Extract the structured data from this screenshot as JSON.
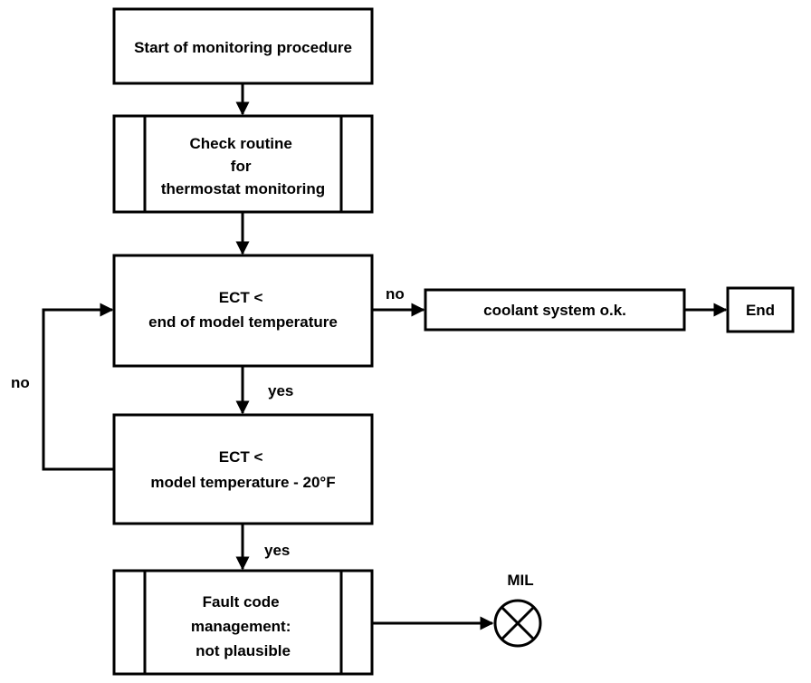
{
  "nodes": {
    "start": {
      "lines": [
        "Start of monitoring procedure"
      ]
    },
    "check_routine": {
      "lines": [
        "Check routine",
        "for",
        "thermostat monitoring"
      ]
    },
    "decision_end_model": {
      "lines": [
        "ECT <",
        "end of model temperature"
      ]
    },
    "coolant_ok": {
      "lines": [
        "coolant system o.k."
      ]
    },
    "end": {
      "lines": [
        "End"
      ]
    },
    "decision_model_minus": {
      "lines": [
        "ECT <",
        "model temperature - 20°F"
      ]
    },
    "fault_code": {
      "lines": [
        "Fault code",
        "management:",
        "not plausible"
      ]
    },
    "mil": {
      "label": "MIL"
    }
  },
  "edges": {
    "no_to_coolant": "no",
    "loop_back": "no",
    "yes_first": "yes",
    "yes_second": "yes"
  },
  "colors": {
    "stroke": "#000000",
    "fill": "#ffffff"
  }
}
